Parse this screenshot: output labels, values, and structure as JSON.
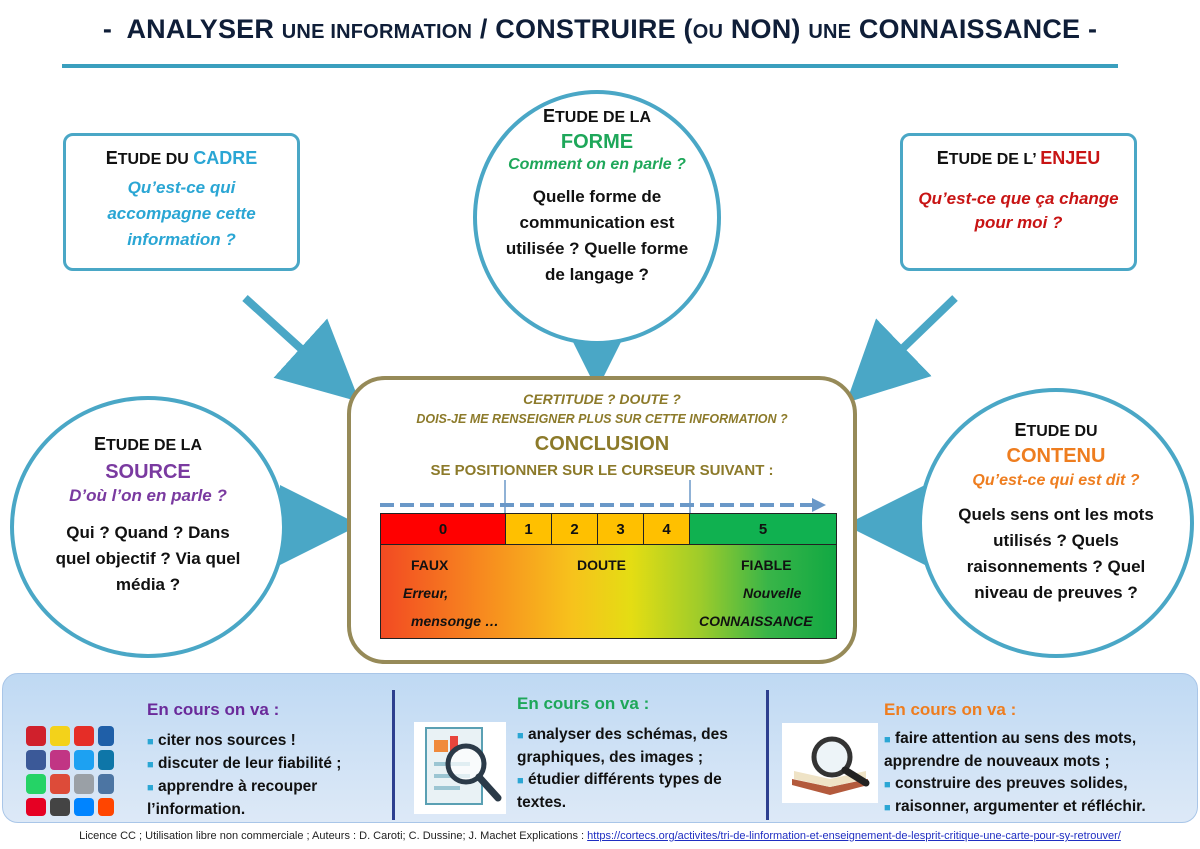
{
  "title": {
    "dash_left": "-",
    "w1": "ANALYSER",
    "w2": "UNE INFORMATION",
    "w3": "/ CONSTRUIRE (",
    "w4": "OU",
    "w5": "NON)",
    "w6": "UNE",
    "w7": "CONNAISSANCE",
    "dash_right": "-"
  },
  "cadre": {
    "h1": "E",
    "h2": "TUDE DU",
    "key": "CADRE",
    "question": "Qu’est-ce qui accompagne cette information ?"
  },
  "forme": {
    "h1": "E",
    "h2": "TUDE DE LA",
    "key": "FORME",
    "sub": "Comment on en parle ?",
    "body": "Quelle forme de communication est utilisée ? Quelle forme de langage ?"
  },
  "enjeu": {
    "h1": "E",
    "h2": "TUDE DE L’",
    "key": "ENJEU",
    "question": "Qu’est-ce que ça change pour moi ?"
  },
  "source": {
    "h1": "E",
    "h2": "TUDE DE LA",
    "key": "SOURCE",
    "sub": "D’où l’on en parle ?",
    "body": "Qui ? Quand ? Dans quel objectif ? Via quel média ?"
  },
  "contenu": {
    "h1": "E",
    "h2": "TUDE DU",
    "key": "CONTENU",
    "sub": "Qu’est-ce qui est dit ?",
    "body": "Quels sens ont les mots utilisés ? Quels raisonnements ? Quel niveau de preuves ?"
  },
  "conclusion": {
    "line1": "CERTITUDE ? DOUTE ?",
    "line2": "DOIS-JE ME RENSEIGNER PLUS SUR CETTE INFORMATION ?",
    "title": "CONCLUSION",
    "instruction": "SE POSITIONNER SUR LE CURSEUR SUIVANT :"
  },
  "scale": {
    "cells": [
      "0",
      "1",
      "2",
      "3",
      "4",
      "5"
    ],
    "cell_colors": [
      "#ff0000",
      "#ffc000",
      "#ffc000",
      "#ffc000",
      "#ffc000",
      "#10b150"
    ],
    "faux": "FAUX",
    "faux_sub1": "Erreur,",
    "faux_sub2": "mensonge …",
    "doute": "DOUTE",
    "fiable": "FIABLE",
    "fiable_sub1": "Nouvelle",
    "fiable_sub2": "CONNAISSANCE"
  },
  "panel": {
    "col1": {
      "title": "En cours on va :",
      "items": [
        "citer nos sources !",
        "discuter de leur fiabilité ;",
        "apprendre à recouper l’information."
      ]
    },
    "col2": {
      "title": "En cours on va :",
      "items": [
        "analyser des schémas, des graphiques, des images ;",
        "étudier différents types de textes."
      ]
    },
    "col3": {
      "title": "En cours on va :",
      "items": [
        "faire attention au sens des mots, apprendre de nouveaux mots ;",
        "construire des preuves solides,",
        "raisonner, argumenter et réfléchir."
      ]
    }
  },
  "footer": {
    "text": "Licence CC ; Utilisation libre non commerciale ; Auteurs : D. Caroti; C. Dussine; J. Machet Explications : ",
    "link": "https://cortecs.org/activites/tri-de-linformation-et-enseignement-de-lesprit-critique-une-carte-pour-sy-retrouver/"
  },
  "colors": {
    "accent": "#4aa7c6",
    "cadre": "#2aa6d4",
    "forme": "#1ea75a",
    "enjeu": "#c81414",
    "source": "#7a3aa0",
    "contenu": "#ee7d1f",
    "conclusion": "#8c7a2a"
  },
  "icons": [
    "social-media-icons",
    "document-magnifier-icon",
    "book-magnifier-icon"
  ]
}
